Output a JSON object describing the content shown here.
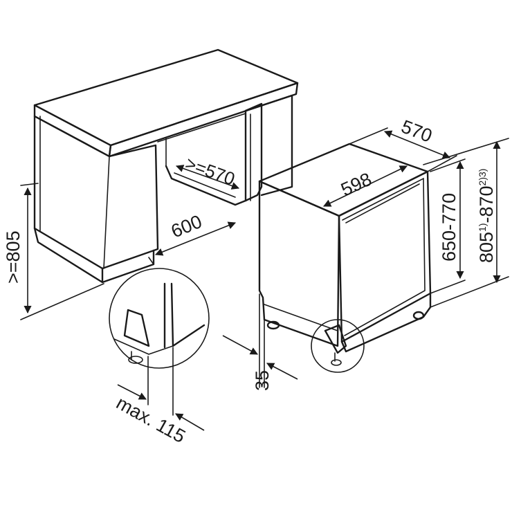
{
  "dimensions": {
    "min_cabinet_height": ">=805",
    "niche_width": ">=570",
    "cabinet_depth": "600",
    "appliance_width": "598",
    "appliance_depth": "570",
    "adjustable_height": "650-770",
    "total_height_base": "805",
    "total_height_sup1": "1)",
    "total_height_mid": "-870",
    "total_height_sup2": "2)3)",
    "door_offset": "35",
    "max_offset": "max. 115"
  }
}
